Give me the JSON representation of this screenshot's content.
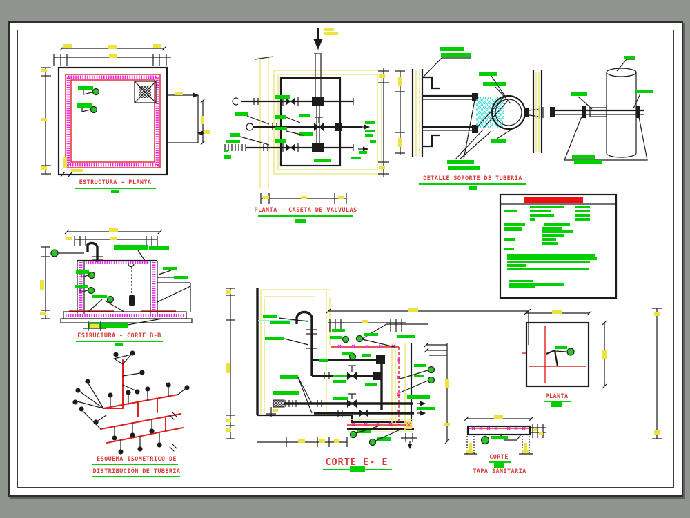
{
  "palette": {
    "backdrop_gray": "#90948f",
    "paper_white": "#ffffff",
    "annotation_green": "#00cf00",
    "title_red": "#d93a3a",
    "line_red": "#e02020",
    "wall_yellow": "#ecea8e",
    "dim_mark_yellow": "#eee23e",
    "hatch_magenta": "#ee22ee",
    "hatch_cyan": "#35dede",
    "water_cyan": "#9fe4ee",
    "linework_black": "#1c1c1c",
    "notes_title_red": "#ee1010"
  },
  "drawings": {
    "estructura_planta": {
      "title": "ESTRUCTURA - PLANTA"
    },
    "planta_caseta": {
      "title": "PLANTA - CASETA DE VALVULAS"
    },
    "detalle_soporte": {
      "title": "DETALLE  SOPORTE  DE  TUBERIA"
    },
    "estructura_corte_bb": {
      "title": "ESTRUCTURA - CORTE B-B"
    },
    "esquema_isometrico": {
      "title_line1": "ESQUEMA ISOMETRICO DE",
      "title_line2": "DISTRIBUCIÓN DE TUBERIA"
    },
    "corte_ee": {
      "title": "CORTE    E- E"
    },
    "planta_valvula": {
      "title": "PLANTA"
    },
    "tapa_sanitaria": {
      "title_line1": "CORTE",
      "title_line2": "TAPA  SANITARIA"
    }
  }
}
